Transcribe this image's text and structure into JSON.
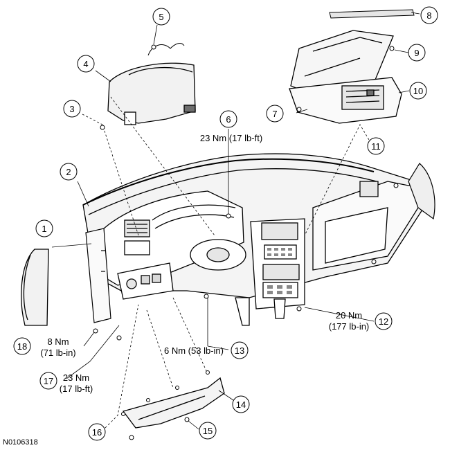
{
  "callouts": [
    {
      "num": "1"
    },
    {
      "num": "2"
    },
    {
      "num": "3"
    },
    {
      "num": "4"
    },
    {
      "num": "5"
    },
    {
      "num": "6"
    },
    {
      "num": "7"
    },
    {
      "num": "8"
    },
    {
      "num": "9"
    },
    {
      "num": "10"
    },
    {
      "num": "11"
    },
    {
      "num": "12"
    },
    {
      "num": "13"
    },
    {
      "num": "14"
    },
    {
      "num": "15"
    },
    {
      "num": "16"
    },
    {
      "num": "17"
    },
    {
      "num": "18"
    }
  ],
  "torque": {
    "t6": "23 Nm (17 lb-ft)",
    "t12_line1": "20 Nm",
    "t12_line2": "(177 lb-in)",
    "t13": "6 Nm (53 lb-in)",
    "t17_line1": "23 Nm",
    "t17_line2": "(17 lb-ft)",
    "t18_line1": "8 Nm",
    "t18_line2": "(71 lb-in)"
  },
  "figure_id": "N0106318",
  "colors": {
    "line": "#000000",
    "fill": "#ffffff",
    "shade": "#d9d9d9",
    "dark": "#6e6e6e"
  }
}
